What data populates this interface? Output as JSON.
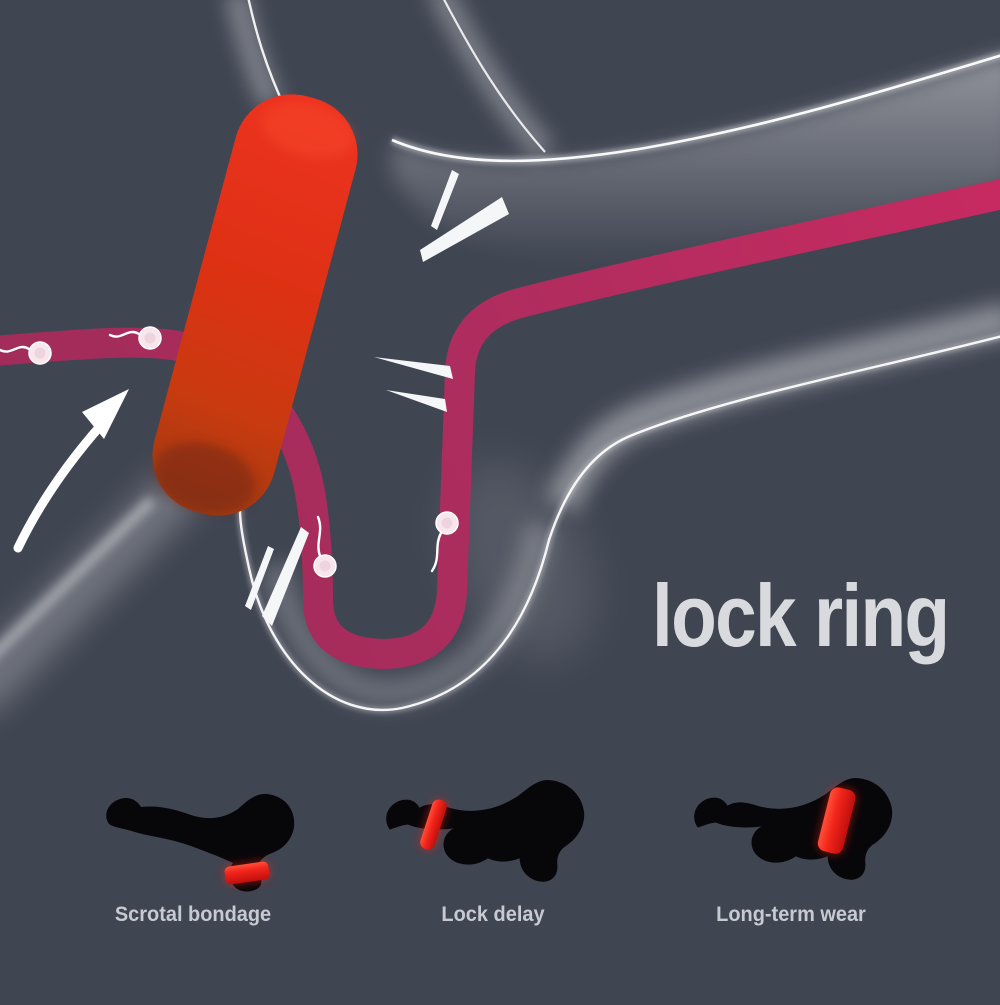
{
  "title": "lock ring",
  "features": [
    {
      "id": "scrotal-bondage",
      "label": "Scrotal bondage",
      "icon": "scrotal-bondage-icon"
    },
    {
      "id": "lock-delay",
      "label": "Lock delay",
      "icon": "lock-delay-icon"
    },
    {
      "id": "long-term-wear",
      "label": "Long-term wear",
      "icon": "long-term-wear-icon"
    }
  ],
  "illustration": {
    "elements": [
      "cock-ring",
      "urethra-tube",
      "sperm-cells",
      "impact-marks",
      "flow-arrow",
      "body-outline"
    ],
    "sperm_count": 4
  },
  "colors": {
    "background": "#404552",
    "ring_red": "#dd3114",
    "tube_magenta": "#ae2d5e",
    "band_red": "#f2251b",
    "silhouette": "#07070a",
    "title_text": "#d8dade",
    "label_text": "#c7cad1"
  }
}
